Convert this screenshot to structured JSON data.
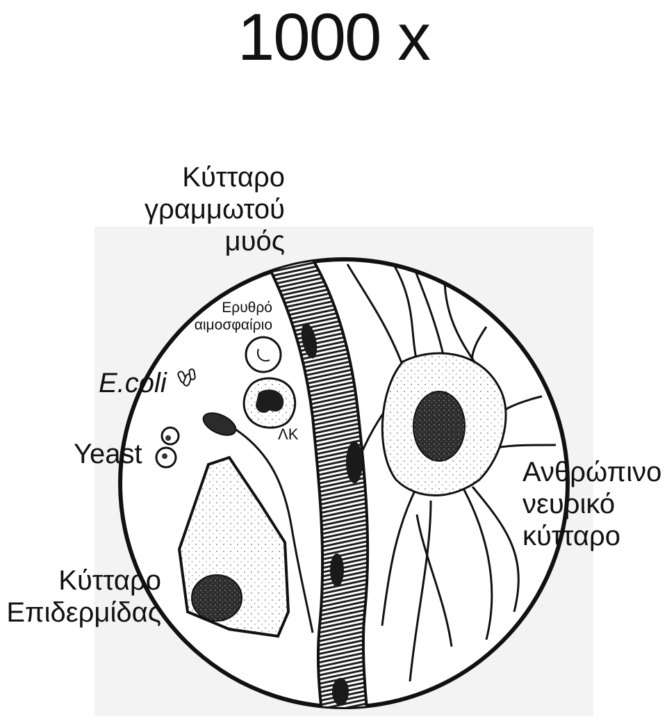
{
  "title": "1000 x",
  "labels": {
    "muscle_cell": [
      "Κύτταρο",
      "γραμμωτού",
      "μυός"
    ],
    "red_blood_cell": [
      "Ερυθρό",
      "αιμοσφαίριο"
    ],
    "ecoli": "E.coli",
    "yeast": "Yeast",
    "white_blood_cell": "ΛΚ",
    "epidermis_cell": [
      "Κύτταρο",
      "Επιδερμίδας"
    ],
    "nerve_cell": [
      "Ανθρώπινο",
      "νευρικό",
      "κύτταρο"
    ]
  },
  "colors": {
    "ink": "#111111",
    "fill_dark": "#2b2b2b",
    "background": "#ffffff",
    "backdrop": "#efefef"
  }
}
